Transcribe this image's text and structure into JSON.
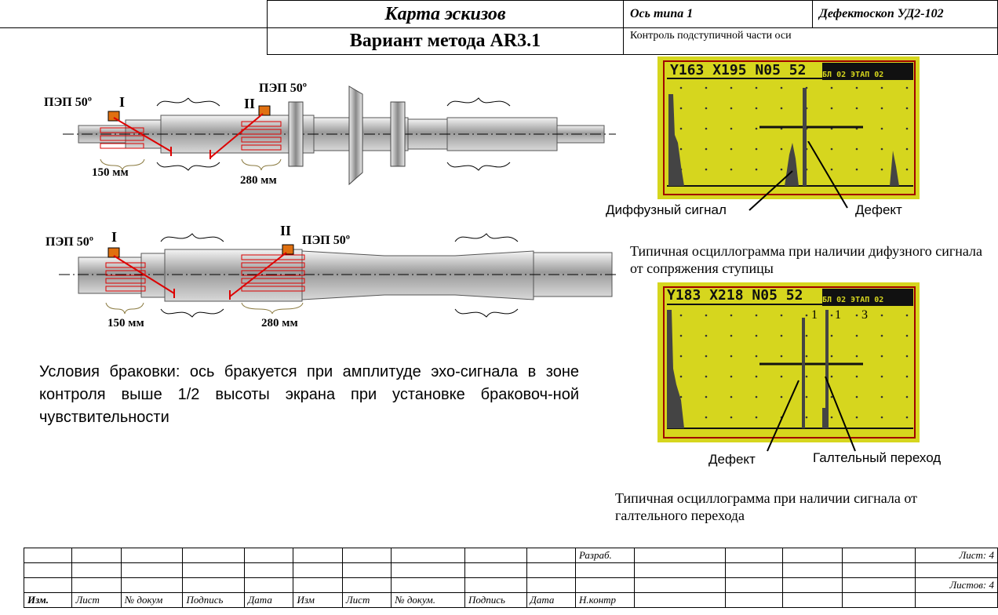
{
  "header": {
    "title": "Карта эскизов",
    "method": "Вариант метода AR3.1",
    "axle_type": "Ось  типа 1",
    "device": "Дефектоскоп  УД2-102",
    "zone": "Контроль подступичной части оси"
  },
  "sketch_top": {
    "probe_left_label": "ПЭП 50º",
    "probe_left_roman": "I",
    "probe_right_label": "ПЭП 50º",
    "probe_right_roman": "II",
    "dim_left": "150 мм",
    "dim_right": "280 мм"
  },
  "sketch_bottom": {
    "probe_left_label": "ПЭП 50º",
    "probe_left_roman": "I",
    "probe_right_label": "ПЭП 50º",
    "probe_right_roman": "II",
    "dim_left": "150 мм",
    "dim_right": "280 мм"
  },
  "conditions": "Условия браковки: ось бракуется при амплитуде эхо-сигнала в зоне контроля  выше 1/2  высоты  экрана при установке браковоч-ной чувствительности",
  "osc1": {
    "y_label": "Y",
    "y_value": "163",
    "x_label": "X",
    "x_value": "195",
    "n_label": "N",
    "n_value": "05",
    "gain": "52",
    "block": "БЛ",
    "block_num": "02",
    "stage": "ЭТАП",
    "stage_num": "02",
    "label_left": "Диффузный сигнал",
    "label_right": "Дефект",
    "caption": "Типичная осциллограмма при наличии дифузного сигнала от сопряжения ступицы",
    "colors": {
      "screen": "#d6d61e",
      "frame": "#a00000"
    }
  },
  "osc2": {
    "y_label": "Y",
    "y_value": "183",
    "x_label": "X",
    "x_value": "218",
    "n_label": "N",
    "n_value": "05",
    "gain": "52",
    "block": "БЛ",
    "block_num": "02",
    "stage": "ЭТАП",
    "stage_num": "02",
    "marks": [
      "1",
      "1",
      "3"
    ],
    "label_left": "Дефект",
    "label_right": "Галтельный переход",
    "caption": "Типичная осциллограмма при наличии сигнала от галтельного перехода"
  },
  "stamp": {
    "razrab": "Разраб.",
    "list_label": "Лист:",
    "list_value": "4",
    "listov_label": "Листов:",
    "listov_value": "4",
    "cols": [
      "Изм.",
      "Лист",
      "№ докум",
      "Подпись",
      "Дата",
      "Изм",
      "Лист",
      "№ докум.",
      "Подпись",
      "Дата",
      "Н.контр"
    ]
  }
}
